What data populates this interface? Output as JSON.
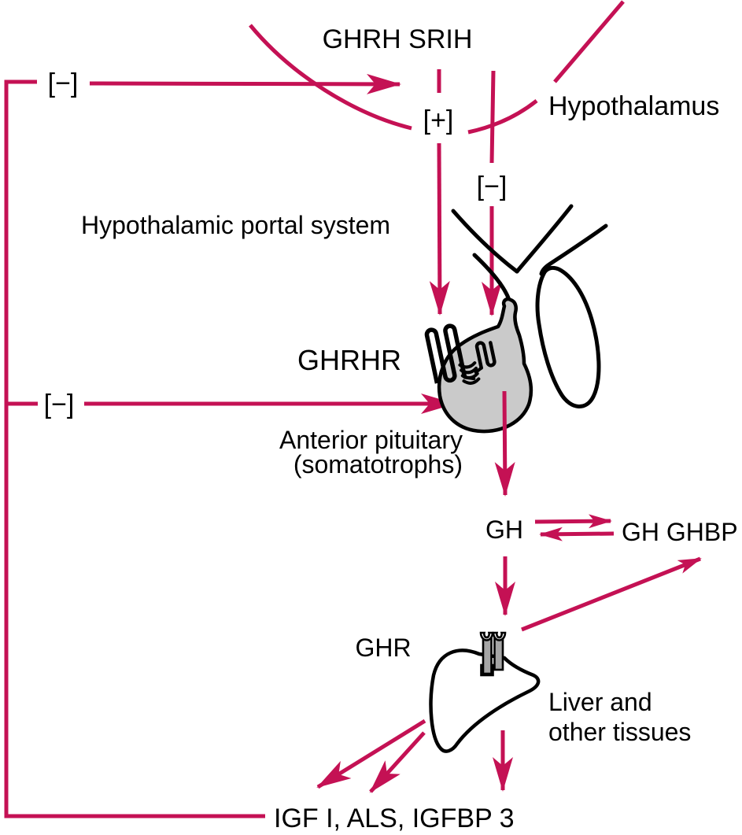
{
  "figure": {
    "title": "GHRH SRIH",
    "labels": {
      "hypothalamus": "Hypothalamus",
      "portal_system": "Hypothalamic portal system",
      "ghrhr": "GHRHR",
      "anterior_pituitary": "Anterior pituitary",
      "somatotrophs": "(somatotrophs)",
      "gh": "GH",
      "gh_ghbp": "GH GHBP",
      "ghr": "GHR",
      "liver_line1": "Liver and",
      "liver_line2": "other tissues",
      "igf_products": "IGF I, ALS, IGFBP 3"
    },
    "signs": {
      "feedback_on_hypothalamus": "[−]",
      "ghrh_stimulation": "[+]",
      "srih_inhibition": "[−]",
      "feedback_on_pituitary": "[−]"
    },
    "icons": {
      "ghrhr_receptor": "serpentine-receptor-icon",
      "ghr_receptor": "dimer-receptor-icon"
    },
    "colors": {
      "arrow": "#C41154",
      "outline": "#000000",
      "anterior_fill": "#CACACA",
      "receptor_fill": "#A6A6A6",
      "background": "#FFFFFF"
    }
  }
}
